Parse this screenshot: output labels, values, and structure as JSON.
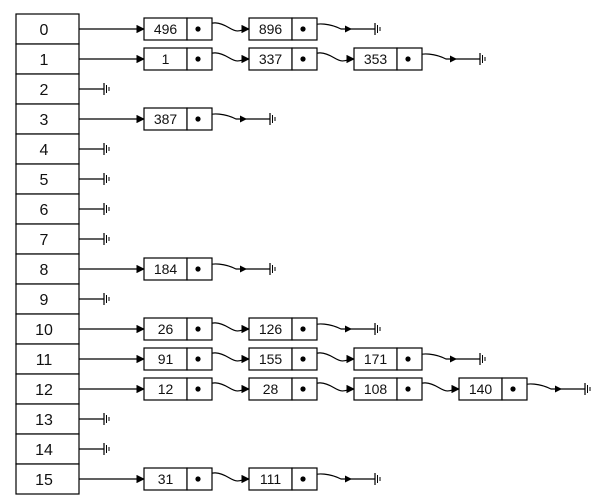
{
  "buckets": [
    {
      "index": "0",
      "chain": [
        "496",
        "896"
      ]
    },
    {
      "index": "1",
      "chain": [
        "1",
        "337",
        "353"
      ]
    },
    {
      "index": "2",
      "chain": []
    },
    {
      "index": "3",
      "chain": [
        "387"
      ]
    },
    {
      "index": "4",
      "chain": []
    },
    {
      "index": "5",
      "chain": []
    },
    {
      "index": "6",
      "chain": []
    },
    {
      "index": "7",
      "chain": []
    },
    {
      "index": "8",
      "chain": [
        "184"
      ]
    },
    {
      "index": "9",
      "chain": []
    },
    {
      "index": "10",
      "chain": [
        "26",
        "126"
      ]
    },
    {
      "index": "11",
      "chain": [
        "91",
        "155",
        "171"
      ]
    },
    {
      "index": "12",
      "chain": [
        "12",
        "28",
        "108",
        "140"
      ]
    },
    {
      "index": "13",
      "chain": []
    },
    {
      "index": "14",
      "chain": []
    },
    {
      "index": "15",
      "chain": [
        "31",
        "111"
      ]
    }
  ],
  "colors": {
    "stroke": "#000000",
    "text": "#111111",
    "background": "#ffffff"
  }
}
